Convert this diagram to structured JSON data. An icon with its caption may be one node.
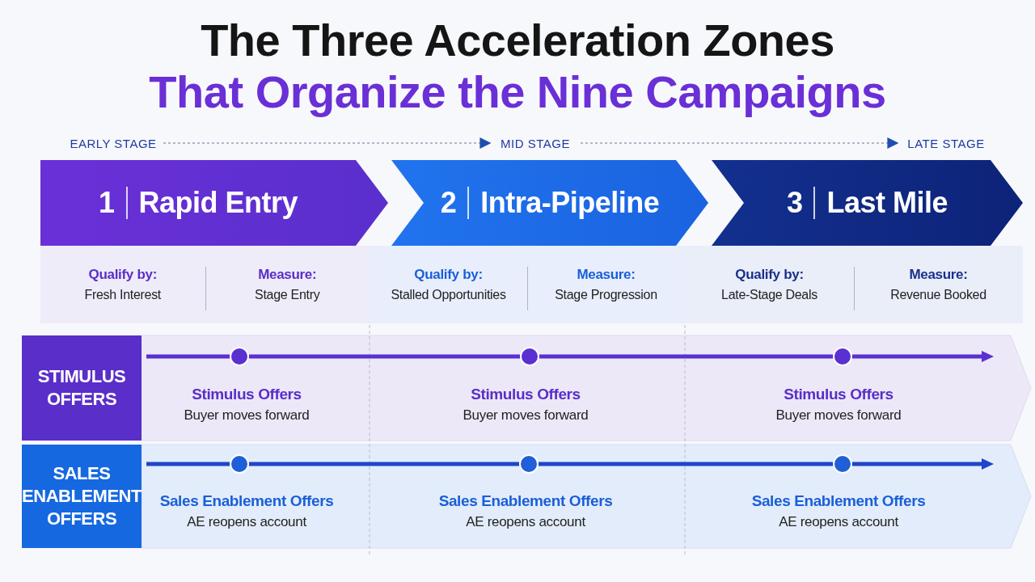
{
  "diagram": {
    "title": "The Three Acceleration Zones That Organize the Nine Campaigns",
    "nodes": [
      {
        "text": [
          "EARLY STAGE"
        ]
      },
      {
        "text": [
          "MID STAGE"
        ]
      },
      {
        "text": [
          "LATE STAGE"
        ]
      },
      {
        "text": [
          "1",
          "Rapid Entry"
        ]
      },
      {
        "text": [
          "2",
          "Intra-Pipeline"
        ]
      },
      {
        "text": [
          "3",
          "Last Mile"
        ]
      },
      {
        "text": [
          "Qualify by:",
          "Fresh Interest",
          "Measure:",
          "Stage Entry"
        ]
      },
      {
        "text": [
          "Qualify by:",
          "Stalled Opportunities",
          "Measure:",
          "Stage Progression"
        ]
      },
      {
        "text": [
          "Qualify by:",
          "Late-Stage Deals",
          "Measure:",
          "Revenue Booked"
        ]
      },
      {
        "text": [
          "STIMULUS OFFERS"
        ]
      },
      {
        "text": [
          "Stimulus Offers",
          "Buyer moves forward"
        ]
      },
      {
        "text": [
          "Stimulus Offers",
          "Buyer moves forward"
        ]
      },
      {
        "text": [
          "Stimulus Offers",
          "Buyer moves forward"
        ]
      },
      {
        "text": [
          "SALES ENABLEMENT OFFERS"
        ]
      },
      {
        "text": [
          "Sales Enablement Offers",
          "AE reopens account"
        ]
      },
      {
        "text": [
          "Sales Enablement Offers",
          "AE reopens account"
        ]
      },
      {
        "text": [
          "Sales Enablement Offers",
          "AE reopens account"
        ]
      }
    ],
    "edges": [
      {
        "from": 0,
        "to": 1,
        "arrow": "to",
        "style": "dashed"
      },
      {
        "from": 1,
        "to": 2,
        "arrow": "to",
        "style": "dashed"
      }
    ]
  }
}
